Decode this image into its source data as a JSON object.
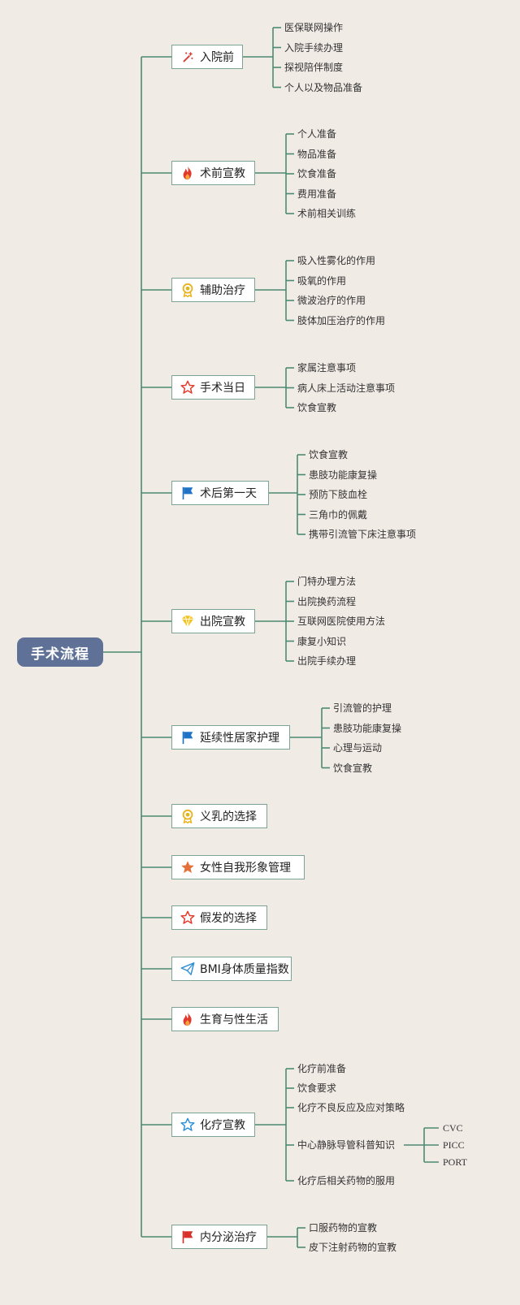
{
  "root": {
    "label": "手术流程"
  },
  "colors": {
    "line": "#4b8a72",
    "root_bg": "#5f7197",
    "background": "#f1ebe6"
  },
  "branches": [
    {
      "label": "入院前",
      "icon": "wand-icon",
      "children": [
        "医保联网操作",
        "入院手续办理",
        "探视陪伴制度",
        "个人以及物品准备"
      ]
    },
    {
      "label": "术前宣教",
      "icon": "fire-icon",
      "children": [
        "个人准备",
        "物品准备",
        "饮食准备",
        "费用准备",
        "术前相关训练"
      ]
    },
    {
      "label": "辅助治疗",
      "icon": "medal-icon",
      "children": [
        "吸入性雾化的作用",
        "吸氧的作用",
        "微波治疗的作用",
        "肢体加压治疗的作用"
      ]
    },
    {
      "label": "手术当日",
      "icon": "star-outline-icon",
      "children": [
        "家属注意事项",
        "病人床上活动注意事项",
        "饮食宣教"
      ]
    },
    {
      "label": "术后第一天",
      "icon": "flag-blue-icon",
      "children": [
        "饮食宣教",
        "患肢功能康复操",
        "预防下肢血栓",
        "三角巾的佩戴",
        "携带引流管下床注意事项"
      ]
    },
    {
      "label": "出院宣教",
      "icon": "diamond-icon",
      "children": [
        "门特办理方法",
        "出院换药流程",
        "互联网医院使用方法",
        "康复小知识",
        "出院手续办理"
      ]
    },
    {
      "label": "延续性居家护理",
      "icon": "flag-blue-icon",
      "children": [
        "引流管的护理",
        "患肢功能康复操",
        "心理与运动",
        "饮食宣教"
      ]
    },
    {
      "label": "义乳的选择",
      "icon": "medal-icon",
      "children": []
    },
    {
      "label": "女性自我形象管理",
      "icon": "star-filled-icon",
      "children": []
    },
    {
      "label": "假发的选择",
      "icon": "star-outline-icon",
      "children": []
    },
    {
      "label": "BMI身体质量指数",
      "icon": "paper-plane-icon",
      "children": []
    },
    {
      "label": "生育与性生活",
      "icon": "fire-icon",
      "children": []
    },
    {
      "label": "化疗宣教",
      "icon": "star-blue-icon",
      "children": [
        "化疗前准备",
        "饮食要求",
        "化疗不良反应及应对策略",
        "中心静脉导管科普知识",
        "化疗后相关药物的服用"
      ],
      "sub": {
        "parent_index": 3,
        "items": [
          "CVC",
          "PICC",
          "PORT"
        ]
      }
    },
    {
      "label": "内分泌治疗",
      "icon": "flag-red-icon",
      "children": [
        "口服药物的宣教",
        "皮下注射药物的宣教"
      ]
    }
  ]
}
